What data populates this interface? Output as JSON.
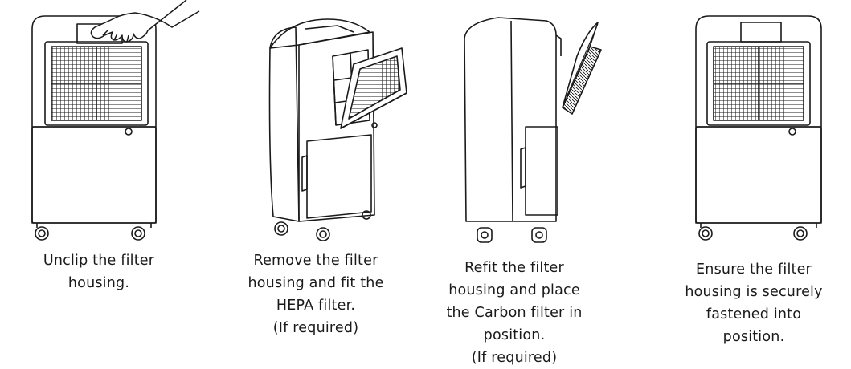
{
  "steps": [
    {
      "lines": [
        "Unclip the filter",
        "housing."
      ]
    },
    {
      "lines": [
        "Remove the filter",
        "housing and fit the",
        "HEPA filter.",
        "(If required)"
      ]
    },
    {
      "lines": [
        "Refit the filter",
        "housing and place",
        "the Carbon filter in",
        "position.",
        "(If required)"
      ]
    },
    {
      "lines": [
        "Ensure the filter",
        "housing is securely",
        "fastened into",
        "position."
      ]
    }
  ],
  "colors": {
    "ink": "#1a1a1a",
    "background": "#ffffff"
  }
}
